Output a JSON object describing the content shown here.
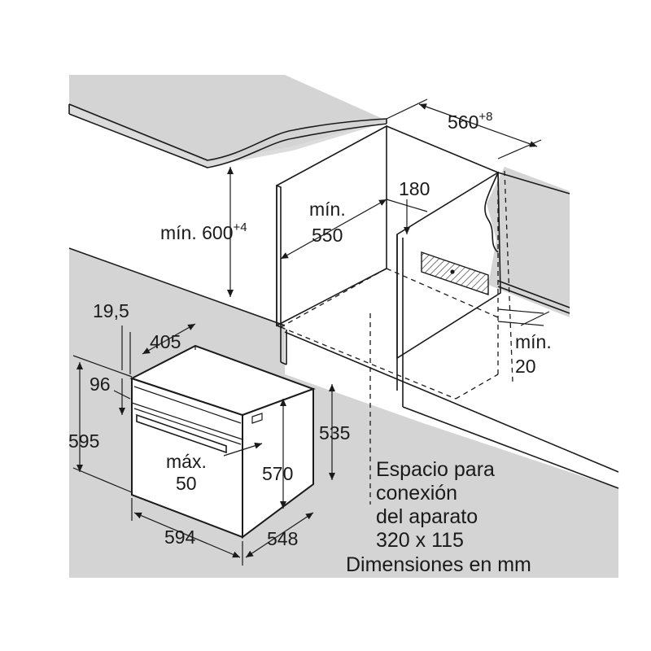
{
  "dimensions": {
    "niche_width": "560",
    "niche_width_tol": "+8",
    "min_height_label": "mín. 600",
    "min_height_tol": "+4",
    "min_depth_label": "mín.",
    "min_depth_value": "550",
    "vent_depth": "180",
    "side_gap_label": "mín.",
    "side_gap_value": "20",
    "front_offset": "19,5",
    "panel_depth": "405",
    "top_edge": "96",
    "total_height": "595",
    "body_height": "535",
    "inner_height": "570",
    "handle_label": "máx.",
    "handle_value": "50",
    "width": "594",
    "depth": "548"
  },
  "notes": {
    "connection_line1": "Espacio para",
    "connection_line2": "conexión",
    "connection_line3": "del aparato",
    "connection_size": "320 x 115",
    "units": "Dimensiones en mm"
  }
}
